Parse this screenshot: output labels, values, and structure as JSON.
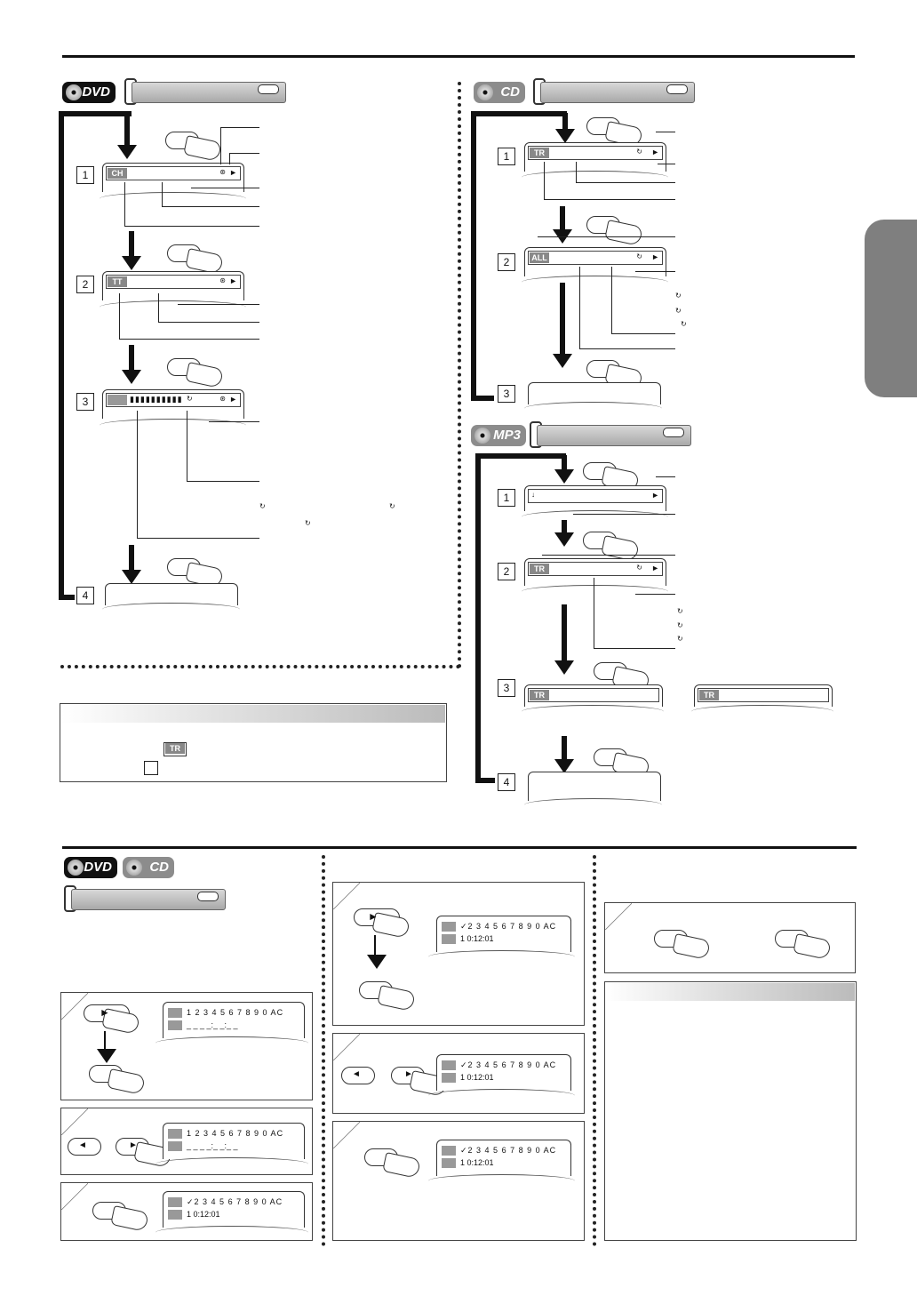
{
  "badges": {
    "dvd": "DVD",
    "cd": "CD",
    "mp3": "MP3"
  },
  "screens": {
    "chapter_label": "CH",
    "title_label": "TT",
    "track_label": "TR",
    "all_label": "ALL",
    "folder_label": "↓"
  },
  "steps": {
    "one": "1",
    "two": "2",
    "three": "3",
    "four": "4"
  },
  "note": {
    "inline_label": "TR"
  },
  "marker": {
    "digits_blank": "1 2 3 4 5 6 7 8 9 0 AC",
    "digits_checked": "✓2 3 4 5 6 7 8 9 0 AC",
    "time_blank": "_ _  _ _:_ _:_ _",
    "time_set": "1  0:12:01"
  },
  "icons": {
    "play": "►",
    "left": "◄",
    "right": "►",
    "repeat": "↻",
    "check": "✓",
    "camera": "⊛"
  }
}
